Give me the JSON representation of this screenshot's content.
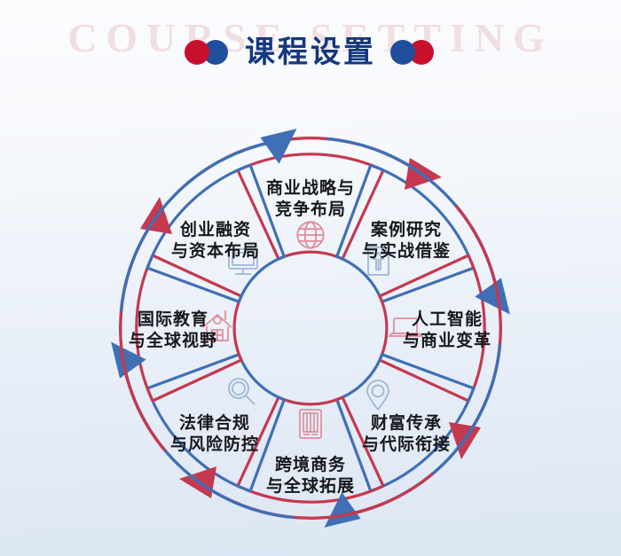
{
  "header": {
    "ghost_title": "COURSE SETTING",
    "title": "课程设置",
    "accent_red": "#c8102e",
    "accent_blue": "#1f4e9c"
  },
  "wheel": {
    "center_label": "",
    "segments": [
      {
        "id": "business-strategy",
        "line1": "商业战略与",
        "line2": "竞争布局",
        "color": "red",
        "icon": "globe-icon",
        "position": "top"
      },
      {
        "id": "case-study",
        "line1": "案例研究",
        "line2": "与实战借鉴",
        "color": "blue",
        "icon": "upload-document-icon",
        "position": "top-right"
      },
      {
        "id": "ai-business",
        "line1": "人工智能",
        "line2": "与商业变革",
        "color": "red",
        "icon": "laptop-icon",
        "position": "right"
      },
      {
        "id": "wealth-succession",
        "line1": "财富传承",
        "line2": "与代际衔接",
        "color": "blue",
        "icon": "location-pin-icon",
        "position": "bottom-right"
      },
      {
        "id": "cross-border",
        "line1": "跨境商务",
        "line2": "与全球拓展",
        "color": "red",
        "icon": "book-icon",
        "position": "bottom"
      },
      {
        "id": "legal-compliance",
        "line1": "法律合规",
        "line2": "与风险防控",
        "color": "blue",
        "icon": "magnifier-icon",
        "position": "bottom-left"
      },
      {
        "id": "global-education",
        "line1": "国际教育",
        "line2": "与全球视野",
        "color": "red",
        "icon": "house-icon",
        "position": "left"
      },
      {
        "id": "startup-finance",
        "line1": "创业融资",
        "line2": "与资本布局",
        "color": "blue",
        "icon": "monitor-icon",
        "position": "top-left"
      }
    ],
    "colors": {
      "red": "#c4394f",
      "blue": "#3f6fb5"
    }
  }
}
